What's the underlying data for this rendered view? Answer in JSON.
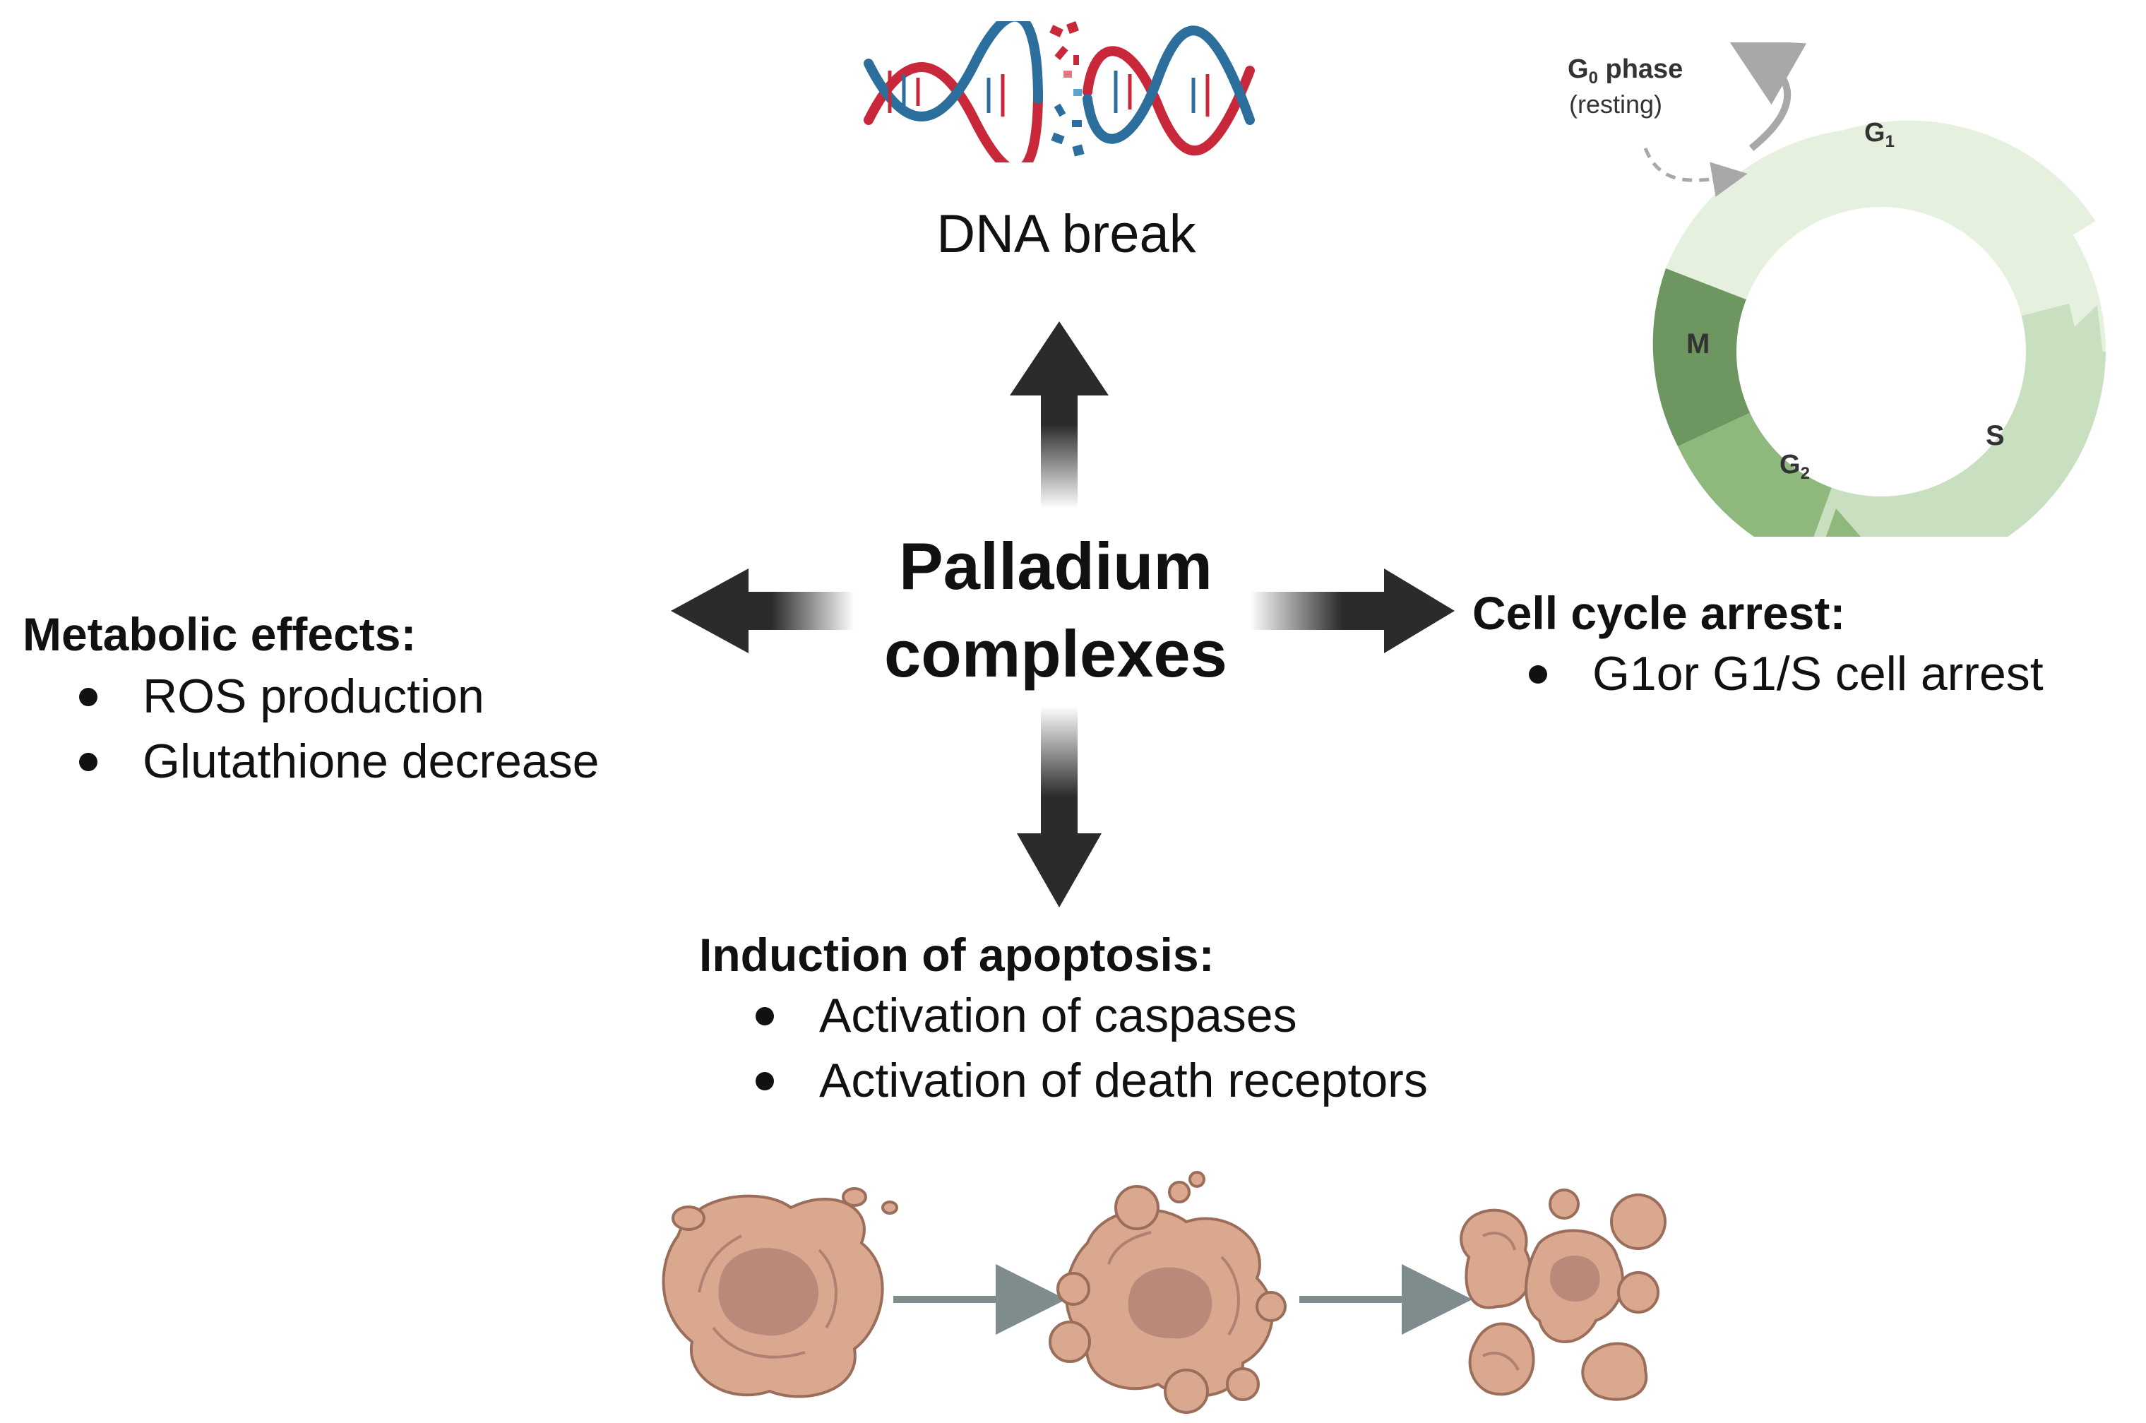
{
  "center": {
    "line1": "Palladium",
    "line2": "complexes"
  },
  "dna": {
    "label": "DNA break"
  },
  "metabolic": {
    "heading": "Metabolic effects:",
    "items": [
      "ROS production",
      "Glutathione decrease"
    ]
  },
  "cell_cycle": {
    "heading": "Cell cycle arrest:",
    "items": [
      "G1or G1/S cell arrest"
    ]
  },
  "apoptosis": {
    "heading": "Induction of apoptosis:",
    "items": [
      "Activation of caspases",
      "Activation of death receptors"
    ]
  },
  "cycle_diagram": {
    "g0_main": "G",
    "g0_sub": "0",
    "g0_rest": " phase",
    "resting": "(resting)",
    "g1_main": "G",
    "g1_sub": "1",
    "s": "S",
    "g2_main": "G",
    "g2_sub": "2",
    "m": "M"
  },
  "colors": {
    "arrow": "#2b2b2b",
    "g1": "#e6f0de",
    "s": "#c9e0c0",
    "g2": "#8fb87d",
    "m": "#6e9660",
    "dna_red": "#c8283a",
    "dna_blue": "#2d6f9c",
    "cell": "#d9a88f",
    "nucleus": "#b98a7a"
  }
}
